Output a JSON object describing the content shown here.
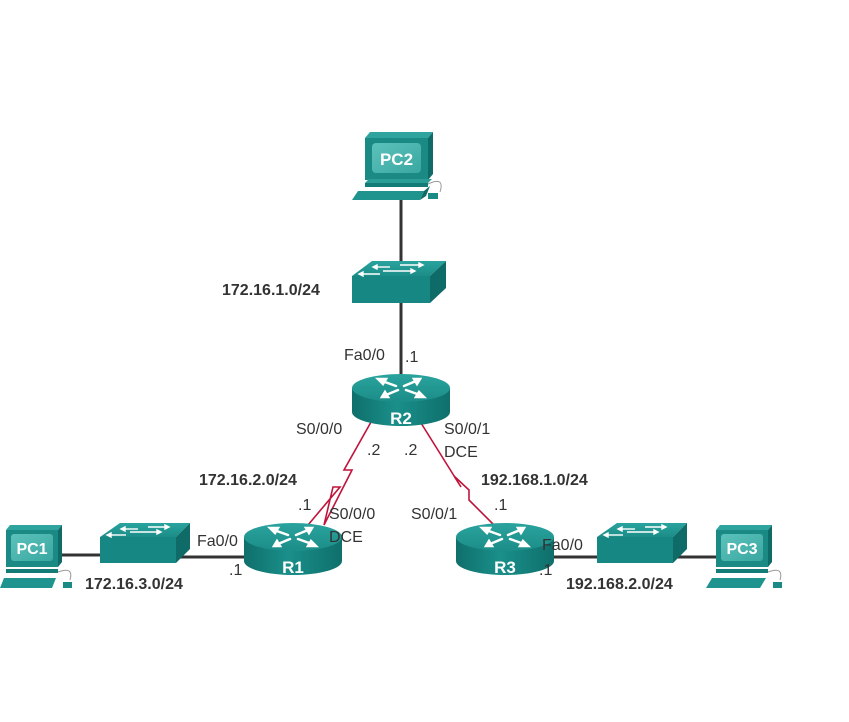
{
  "colors": {
    "device_teal": "#1a8a86",
    "device_teal_dark": "#0f6e6b",
    "device_teal_light": "#3fb0aa",
    "ethernet_link": "#333333",
    "serial_link": "#c0143c",
    "label_text": "#333333"
  },
  "devices": {
    "pc1": {
      "label": "PC1"
    },
    "pc2": {
      "label": "PC2"
    },
    "pc3": {
      "label": "PC3"
    },
    "r1": {
      "label": "R1"
    },
    "r2": {
      "label": "R2"
    },
    "r3": {
      "label": "R3"
    }
  },
  "networks": {
    "lan_r2": "172.16.1.0/24",
    "lan_r1": "172.16.3.0/24",
    "lan_r3": "192.168.2.0/24",
    "wan_r1_r2": "172.16.2.0/24",
    "wan_r2_r3": "192.168.1.0/24"
  },
  "interfaces": {
    "r2_fa": {
      "name": "Fa0/0",
      "host": ".1"
    },
    "r2_s000": {
      "name": "S0/0/0",
      "host": ".2"
    },
    "r2_s001": {
      "name": "S0/0/1",
      "dce": "DCE",
      "host": ".2"
    },
    "r1_fa": {
      "name": "Fa0/0",
      "host": ".1"
    },
    "r1_s000": {
      "name": "S0/0/0",
      "dce": "DCE",
      "host": ".1"
    },
    "r3_fa": {
      "name": "Fa0/0",
      "host": ".1"
    },
    "r3_s001": {
      "name": "S0/0/1",
      "host": ".1"
    }
  }
}
